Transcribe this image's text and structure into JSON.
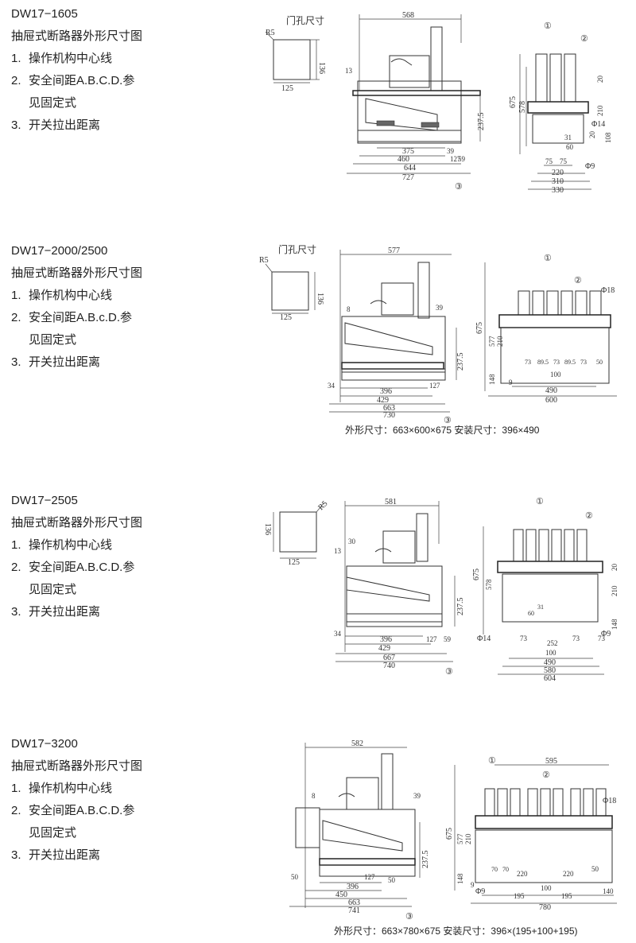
{
  "sections": [
    {
      "model": "DW17−1605",
      "subtitle": "抽屉式断路器外形尺寸图",
      "notes": [
        {
          "num": "1.",
          "text": "操作机构中心线"
        },
        {
          "num": "2.",
          "text": "安全间距A.B.C.D.参",
          "cont": "见固定式"
        },
        {
          "num": "3.",
          "text": "开关拉出距离"
        }
      ],
      "door_label": "门孔尺寸",
      "radius": "R5",
      "door_w": "125",
      "door_h": "136",
      "side_top": "568",
      "side_left": "13",
      "side_dims": [
        "375",
        "460",
        "644",
        "727"
      ],
      "side_small": [
        "39",
        "127",
        "59"
      ],
      "side_v": "237.5",
      "front_v": [
        "675",
        "578"
      ],
      "front_r": [
        "20",
        "210",
        "108",
        "20"
      ],
      "front_small": [
        "31",
        "60"
      ],
      "front_bot": [
        "75",
        "75",
        "220",
        "310",
        "330"
      ],
      "phi1": "Φ14",
      "phi2": "Φ9",
      "c1": "①",
      "c2": "②",
      "c3": "③",
      "caption": ""
    },
    {
      "model": "DW17−2000/2500",
      "subtitle": "抽屉式断路器外形尺寸图",
      "notes": [
        {
          "num": "1.",
          "text": "操作机构中心线"
        },
        {
          "num": "2.",
          "text": "安全间距A.B.c.D.参",
          "cont": "见固定式"
        },
        {
          "num": "3.",
          "text": "开关拉出距离"
        }
      ],
      "door_label": "门孔尺寸",
      "radius": "R5",
      "door_w": "125",
      "door_h": "136",
      "side_top": "577",
      "side_left": "8",
      "side_dims": [
        "396",
        "429",
        "663",
        "730"
      ],
      "side_small": [
        "39",
        "34",
        "127"
      ],
      "side_v": "237.5",
      "front_v": [
        "675",
        "577",
        "210",
        "148"
      ],
      "front_mid": [
        "73",
        "89.5",
        "73",
        "89.5",
        "73",
        "50"
      ],
      "front_small": [
        "100"
      ],
      "front_bot": [
        "9",
        "490",
        "600"
      ],
      "phi1": "Φ18",
      "c1": "①",
      "c2": "②",
      "c3": "③",
      "caption": "外形尺寸：663×600×675  安装尺寸：396×490"
    },
    {
      "model": "DW17−2505",
      "subtitle": "抽屉式断路器外形尺寸图",
      "notes": [
        {
          "num": "1.",
          "text": "操作机构中心线"
        },
        {
          "num": "2.",
          "text": "安全间距A.B.C.D.参",
          "cont": "见固定式"
        },
        {
          "num": "3.",
          "text": "开关拉出距离"
        }
      ],
      "radius": "R5",
      "door_w": "125",
      "door_h": "136",
      "side_top": "581",
      "side_left": "13",
      "side_top2": "30",
      "side_dims": [
        "396",
        "429",
        "667",
        "740"
      ],
      "side_small": [
        "34",
        "127",
        "59"
      ],
      "side_v": "237.5",
      "front_v": [
        "675",
        "578"
      ],
      "front_r": [
        "20",
        "210",
        "148"
      ],
      "front_small": [
        "60",
        "31",
        "73",
        "73",
        "252",
        "73",
        "100"
      ],
      "front_bot": [
        "490",
        "580",
        "604"
      ],
      "phi1": "Φ14",
      "phi2": "Φ9",
      "c1": "①",
      "c2": "②",
      "c3": "③",
      "caption": ""
    },
    {
      "model": "DW17−3200",
      "subtitle": "抽屉式断路器外形尺寸图",
      "notes": [
        {
          "num": "1.",
          "text": "操作机构中心线"
        },
        {
          "num": "2.",
          "text": "安全间距A.B.C.D.参",
          "cont": "见固定式"
        },
        {
          "num": "3.",
          "text": "开关拉出距离"
        }
      ],
      "side_top": "582",
      "side_left": "8",
      "side_dims": [
        "396",
        "450",
        "663",
        "741"
      ],
      "side_small": [
        "39",
        "50",
        "127",
        "50"
      ],
      "side_v": "237.5",
      "front_top": "595",
      "front_v": [
        "675",
        "577",
        "210",
        "148"
      ],
      "front_small": [
        "70",
        "70",
        "220",
        "220",
        "50",
        "100"
      ],
      "front_bot": [
        "9",
        "195",
        "195",
        "140",
        "780"
      ],
      "phi1": "Φ18",
      "phi2": "Φ9",
      "c1": "①",
      "c2": "②",
      "c3": "③",
      "caption": "外形尺寸：663×780×675  安装尺寸：396×(195+100+195)"
    }
  ]
}
